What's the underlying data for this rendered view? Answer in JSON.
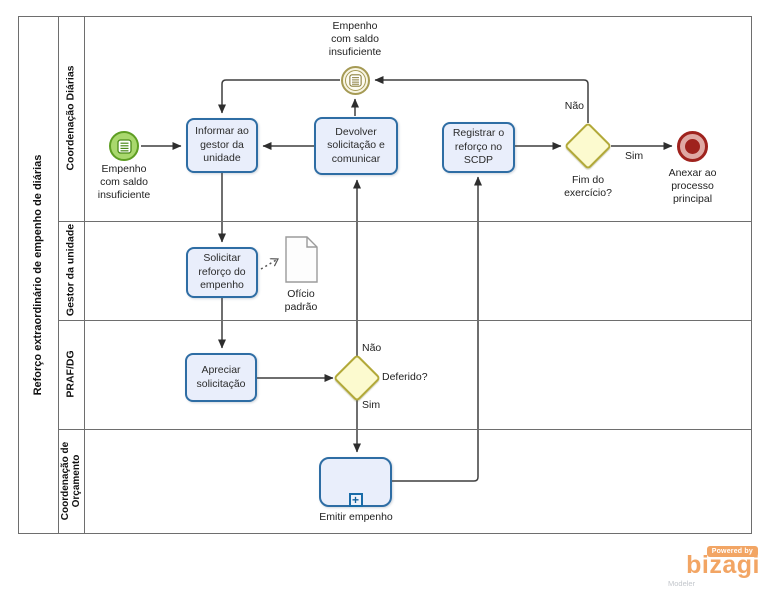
{
  "pool": {
    "title": "Reforço extraordinário de empenho de diárias"
  },
  "lanes": [
    {
      "label": "Coordenação Diárias"
    },
    {
      "label": "Gestor da unidade"
    },
    {
      "label": "PRAF/DG"
    },
    {
      "label": "Coordenação de Orçamento"
    }
  ],
  "nodes": {
    "start_event": {
      "label": "Empenho\ncom saldo\ninsuficiente"
    },
    "intermediate_event": {
      "label": "Empenho\ncom saldo\ninsuficiente"
    },
    "task_informar": {
      "label": "Informar ao\ngestor da\nunidade"
    },
    "task_devolver": {
      "label": "Devolver\nsolicitação e\ncomunicar"
    },
    "task_registrar": {
      "label": "Registrar o\nreforço no\nSCDP"
    },
    "task_solicitar": {
      "label": "Solicitar\nreforço do\nempenho"
    },
    "task_apreciar": {
      "label": "Apreciar\nsolicitação"
    },
    "subprocess_emitir": {
      "label": "Emitir empenho",
      "plus": "+"
    },
    "data_object": {
      "label": "Ofício\npadrão"
    },
    "gateway_fim": {
      "label": "Fim do\nexercício?",
      "yes_label": "Sim",
      "no_label": "Não"
    },
    "gateway_deferido": {
      "label": "Deferido?",
      "yes_label": "Sim",
      "no_label": "Não"
    },
    "end_event": {
      "label": "Anexar ao\nprocesso\nprincipal"
    }
  },
  "branding": {
    "powered_by": "Powered by",
    "brand": "bizagi",
    "product": "Modeler"
  },
  "colors": {
    "task_fill": "#e9eefb",
    "task_border": "#2e6da4",
    "gateway_fill": "#fcfacf",
    "gateway_border": "#b2a939",
    "start_fill": "#a9d86d",
    "start_border": "#5e9e23",
    "intermediate_border": "#a59a54",
    "end_color": "#9f221d",
    "flow_line": "#3f3f3f",
    "brand_orange": "#f2a564"
  }
}
